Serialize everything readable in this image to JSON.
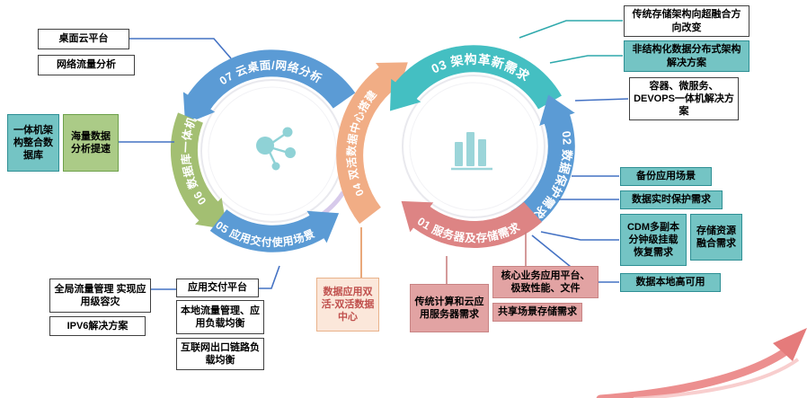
{
  "arcs": {
    "a07": {
      "label": "07 云桌面/网络分析"
    },
    "a06": {
      "label": "06 数据库一体机"
    },
    "a05": {
      "label": "05 应用交付使用场景"
    },
    "a04": {
      "label": "04 双活数据中心搭建"
    },
    "a03": {
      "label": "03 架构革新需求"
    },
    "a02": {
      "label": "02 数据保护需求"
    },
    "a01": {
      "label": "01 服务器及存储需求"
    }
  },
  "boxes": {
    "top_left": [
      {
        "text": "桌面云平台"
      },
      {
        "text": "网络流量分析"
      }
    ],
    "left_mid": [
      {
        "text": "一体机架构整合数据库"
      },
      {
        "text": "海量数据分析提速"
      }
    ],
    "bottom_left": [
      {
        "text": "全局流量管理 实现应用级容灾"
      },
      {
        "text": "IPV6解决方案"
      },
      {
        "text": "应用交付平台"
      },
      {
        "text": "本地流量管理、应用负载均衡"
      },
      {
        "text": "互联网出口链路负载均衡"
      }
    ],
    "bottom_mid": [
      {
        "text": "数据应用双活-双活数据中心"
      },
      {
        "text": "传统计算和云应用服务器需求"
      },
      {
        "text": "核心业务应用平台、极致性能、文件"
      },
      {
        "text": "共享场景存储需求"
      }
    ],
    "top_right": [
      {
        "text": "传统存储架构向超融合方向改变"
      },
      {
        "text": "非结构化数据分布式架构解决方案"
      },
      {
        "text": "容器、微服务、DEVOPS一体机解决方案"
      }
    ],
    "right_mid": [
      {
        "text": "备份应用场景"
      },
      {
        "text": "数据实时保护需求"
      },
      {
        "text": "CDM多副本分钟级挂载恢复需求"
      },
      {
        "text": "存储资源融合需求"
      },
      {
        "text": "数据本地高可用"
      }
    ]
  },
  "icons": {
    "left_hub_icon": "network-hub",
    "right_hub_icon": "bar-chart",
    "bottom_right": "swoosh-arrow"
  },
  "colors": {
    "arc_blue": "#5b9bd5",
    "arc_green": "#a3bf72",
    "arc_orange": "#f1ad85",
    "arc_teal": "#44bfc2",
    "arc_red": "#dd8484",
    "box_teal": "#74c4c4",
    "box_green": "#abcb87",
    "box_pink": "#e2a3a3",
    "box_orange_bg": "#fbe7da",
    "connector_blue": "#4472c4",
    "connector_teal": "#2fa9ac",
    "icon_teal": "#8fd2d6",
    "swoosh": "#ec8f8f"
  }
}
